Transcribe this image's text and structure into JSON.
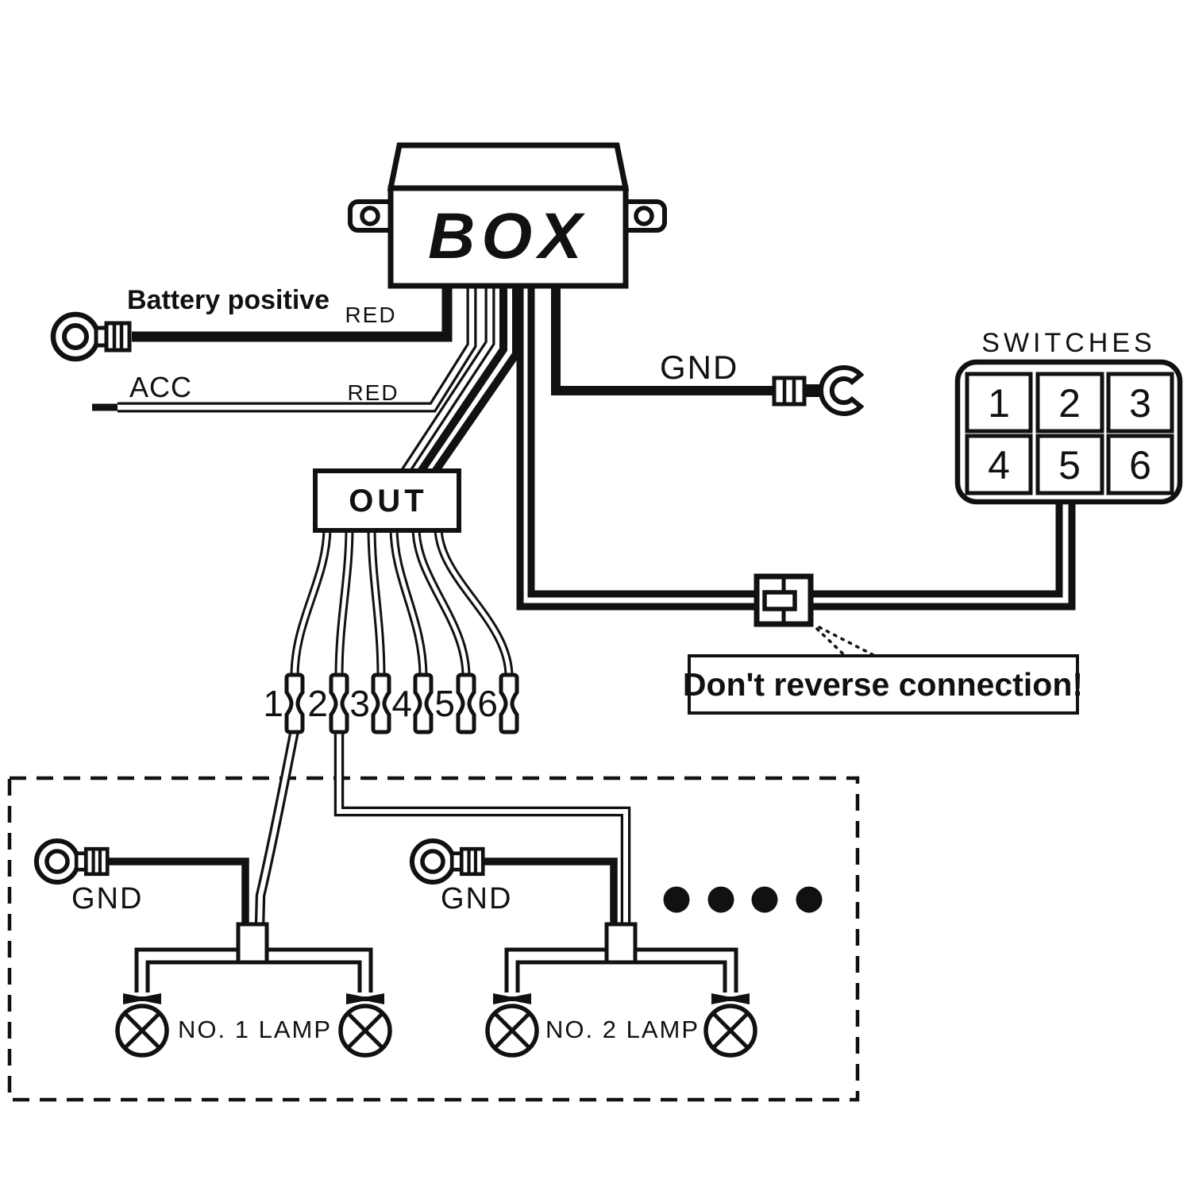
{
  "colors": {
    "ink": "#111111",
    "box_label": "#c20b0b",
    "background": "#ffffff"
  },
  "box": {
    "label": "BOX"
  },
  "battery": {
    "label": "Battery positive",
    "wire_color": "RED"
  },
  "acc": {
    "label": "ACC",
    "wire_color": "RED"
  },
  "ground_top": {
    "label": "GND"
  },
  "switch_panel": {
    "title": "SWITCHES",
    "buttons": [
      "1",
      "2",
      "3",
      "4",
      "5",
      "6"
    ]
  },
  "out_block": {
    "label": "OUT",
    "connector_labels": [
      "1",
      "2",
      "3",
      "4",
      "5",
      "6"
    ]
  },
  "warning": {
    "text": "Don't reverse connection!"
  },
  "lamp_zone": {
    "circuit1": {
      "ground_label": "GND",
      "lamp_label": "NO. 1  LAMP"
    },
    "circuit2": {
      "ground_label": "GND",
      "lamp_label": "NO. 2  LAMP"
    }
  }
}
